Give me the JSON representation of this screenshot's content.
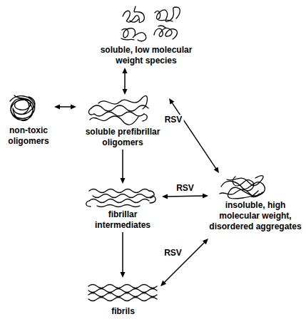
{
  "diagram": {
    "nodes": [
      {
        "text": [
          "soluble, low molecular weight species"
        ]
      },
      {
        "text": [
          "non-toxic oligomers"
        ]
      },
      {
        "text": [
          "soluble prefibrillar oligomers"
        ]
      },
      {
        "text": [
          "fibrillar intermediates"
        ]
      },
      {
        "text": [
          "insoluble, high molecular weight, disordered aggregates"
        ]
      },
      {
        "text": [
          "fibrils"
        ]
      }
    ],
    "edges": [
      {
        "from": 0,
        "to": 2,
        "arrow": "both"
      },
      {
        "from": 1,
        "to": 2,
        "arrow": "both"
      },
      {
        "from": 2,
        "to": 3,
        "arrow": "to"
      },
      {
        "from": 3,
        "to": 5,
        "arrow": "to"
      },
      {
        "from": 2,
        "to": 4,
        "label": "RSV",
        "arrow": "both"
      },
      {
        "from": 3,
        "to": 4,
        "label": "RSV",
        "arrow": "both"
      },
      {
        "from": 5,
        "to": 4,
        "label": "RSV",
        "arrow": "both"
      }
    ]
  }
}
